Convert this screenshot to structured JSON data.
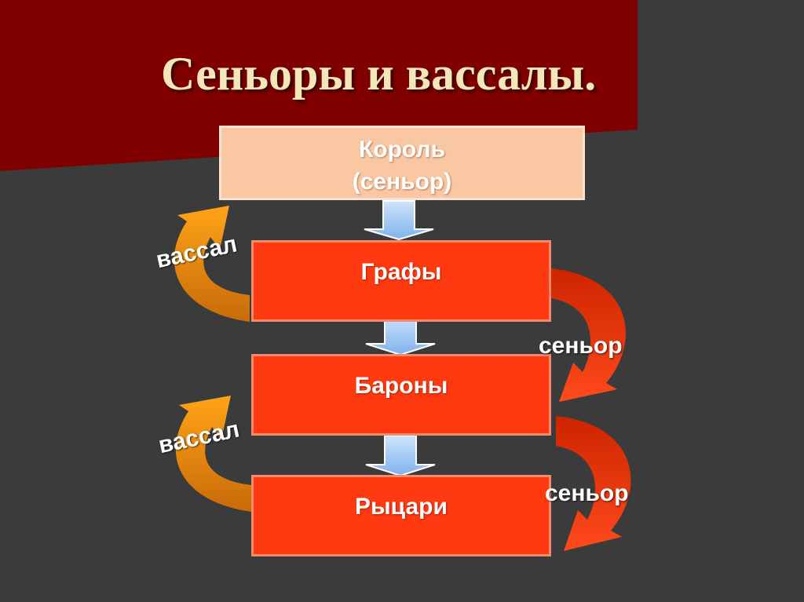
{
  "slide": {
    "title": "Сеньоры и вассалы.",
    "colors": {
      "background": "#3b3b3b",
      "title_banner": "#800000",
      "title_text": "#f3e6b9",
      "king_box": "#f9c8a3",
      "rank_box": "#ff3a10",
      "down_arrow": "#9fc8f4",
      "vassal_arrow": "#f39a10",
      "senior_arrow": "#e43a10"
    }
  },
  "hierarchy": {
    "king": {
      "line1": "Король",
      "line2": "(сеньор)"
    },
    "counts": "Графы",
    "barons": "Бароны",
    "knights": "Рыцари"
  },
  "relations": {
    "vassal_upper": "вассал",
    "vassal_lower": "вассал",
    "senior_upper": "сеньор",
    "senior_lower": "сеньор"
  },
  "icons": {
    "down_arrow": "arrow-down-icon",
    "vassal_arrow": "curved-arrow-up-icon",
    "senior_arrow": "curved-arrow-down-icon"
  }
}
